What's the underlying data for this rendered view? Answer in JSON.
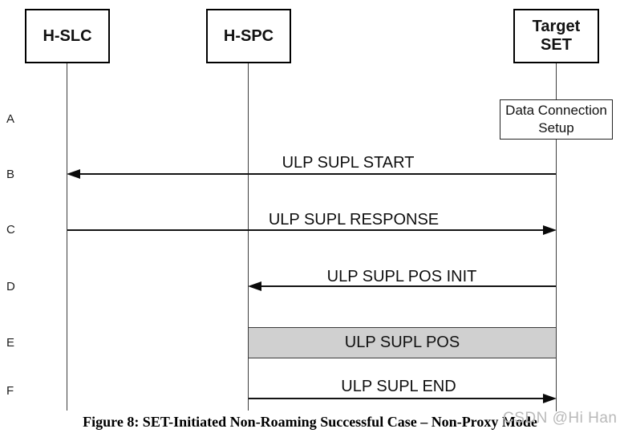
{
  "diagram": {
    "entities": [
      {
        "label": "H-SLC"
      },
      {
        "label": "H-SPC"
      },
      {
        "label": "Target SET"
      }
    ],
    "row_markers": [
      "A",
      "B",
      "C",
      "D",
      "E",
      "F"
    ],
    "activities": [
      {
        "marker": "A",
        "label": "Data Connection Setup",
        "at": "Target SET"
      },
      {
        "marker": "E",
        "label": "ULP SUPL POS",
        "between": [
          "H-SPC",
          "Target SET"
        ]
      }
    ],
    "messages": [
      {
        "marker": "B",
        "label": "ULP SUPL START",
        "from": "Target SET",
        "to": "H-SLC"
      },
      {
        "marker": "C",
        "label": "ULP SUPL RESPONSE",
        "from": "H-SLC",
        "to": "Target SET"
      },
      {
        "marker": "D",
        "label": "ULP SUPL POS INIT",
        "from": "Target SET",
        "to": "H-SPC"
      },
      {
        "marker": "F",
        "label": "ULP SUPL END",
        "from": "H-SPC",
        "to": "Target SET"
      }
    ]
  },
  "caption": "Figure 8: SET-Initiated Non-Roaming Successful Case – Non-Proxy Mode",
  "watermark": "CSDN @Hi Han",
  "colors": {
    "shaded_box_fill": "#d0d0d0",
    "watermark_text": "#b9b9b9",
    "line": "#000000",
    "background": "#ffffff"
  }
}
